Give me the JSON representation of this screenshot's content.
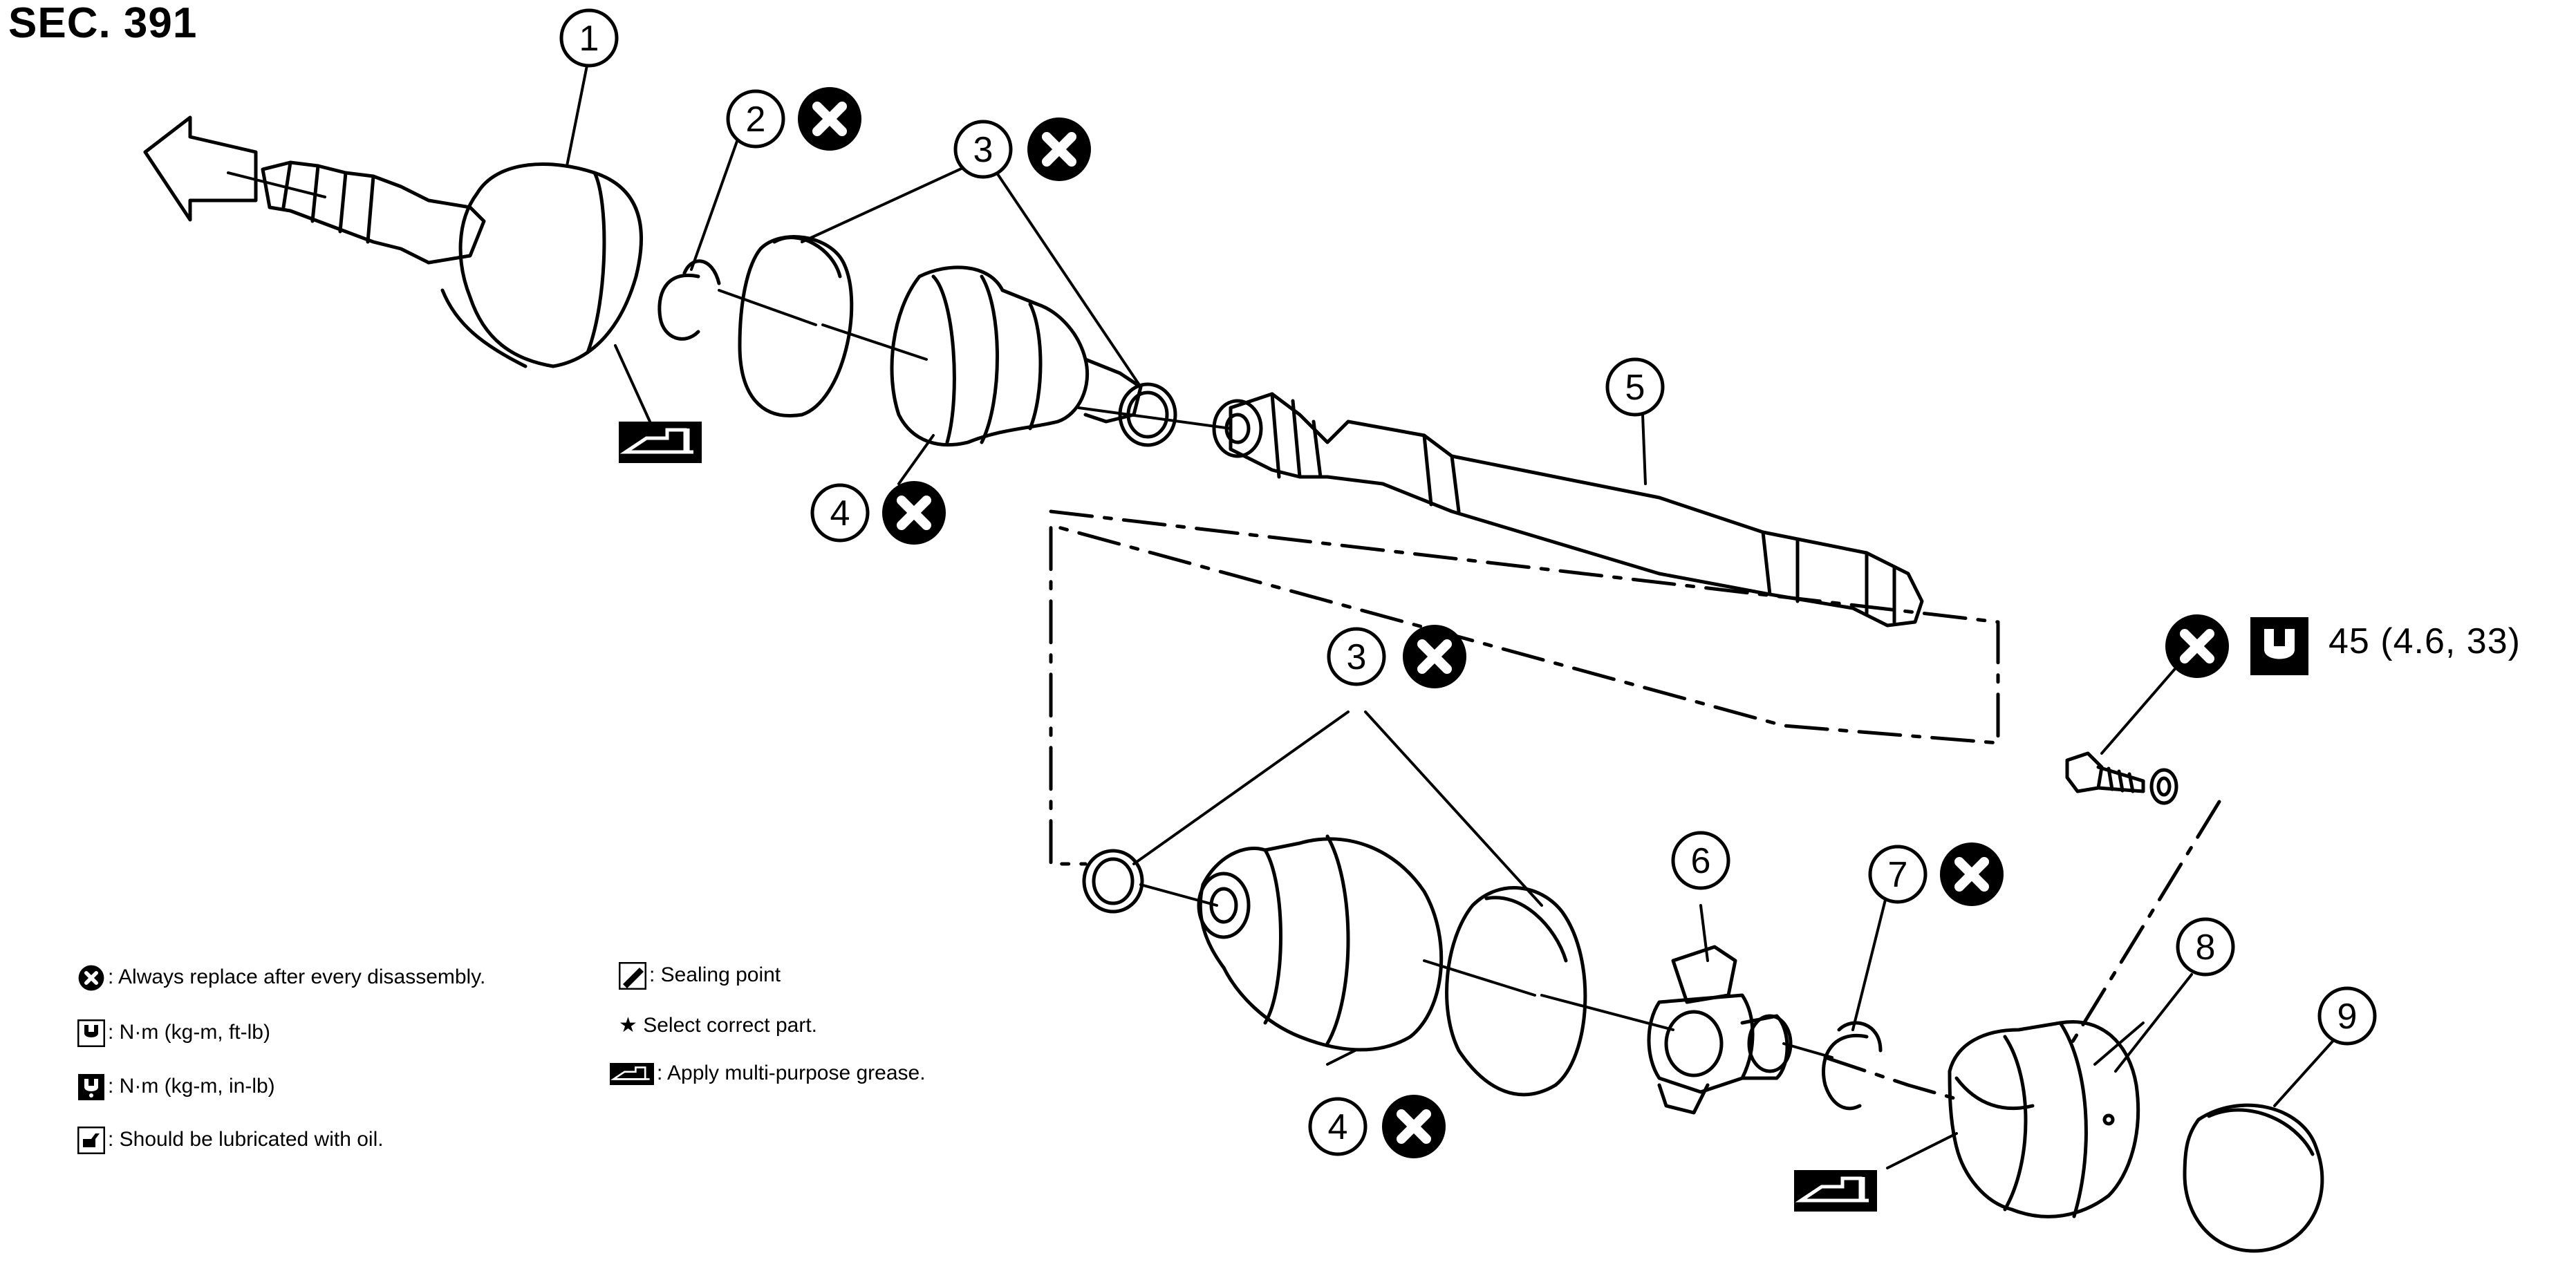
{
  "title": "SEC. 391",
  "callouts": [
    "1",
    "2",
    "3",
    "4",
    "5",
    "6",
    "7",
    "8",
    "9"
  ],
  "torque_value": "45 (4.6, 33)",
  "legend": {
    "replace": ": Always replace after every disassembly.",
    "torque_ft": ": N·m (kg-m, ft-lb)",
    "torque_in": ": N·m (kg-m, in-lb)",
    "lubricate": ": Should be lubricated with oil.",
    "sealing": ": Sealing point",
    "select": "★ Select correct part.",
    "grease": ": Apply multi-purpose grease."
  }
}
